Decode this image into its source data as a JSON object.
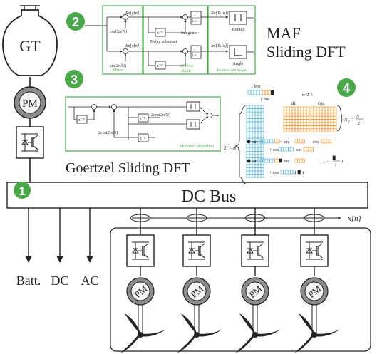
{
  "colors": {
    "green": "#4aa84a",
    "light_blue": "#4fb3d9",
    "orange": "#ef8a1a",
    "gray_fill": "#8c8c8c",
    "dark": "#222222"
  },
  "generator": {
    "label": "GT"
  },
  "motor_label": "PM",
  "dc_bus": {
    "label": "DC Bus"
  },
  "loads": {
    "batt": "Batt.",
    "dc": "DC",
    "ac": "AC"
  },
  "signal_label": "x[n]",
  "badges": {
    "b1": "1",
    "b2": "2",
    "b3": "3",
    "b4": "4"
  },
  "maf": {
    "title_line1": "MAF",
    "title_line2": "Sliding DFT",
    "re_y": "Re{y[n]}",
    "im_y": "Im{y[n]}",
    "cos": "cos(2π/N)",
    "sin": "sin(2π/N)",
    "zN": "z⁻ᴺ",
    "z1": "z⁻¹",
    "delay": "Delay substract",
    "integrator": "Integrator",
    "frac": "1-z",
    "re_x": "Re{Xₖ[n]}",
    "im_x": "Im{Xₖ[n]}",
    "modulo": "Modulo",
    "angle": "Angle",
    "mixer": "Mixer",
    "lp_filter": "LP Filter",
    "lp_maf": "(MAF)",
    "mod_angle": "Modulo and Angle"
  },
  "goertzel": {
    "title": "Goertzel Sliding DFT",
    "zN": "z⁻ᴺ",
    "z1": "z⁻¹",
    "c1": "-2cos(2π/N)",
    "c2": "2cos(2π/N)",
    "modulo_calc": "Modulo Calculation"
  },
  "bits": {
    "T_bits": "T bits",
    "r_bits": "r bits",
    "r_eq": "r=T-1",
    "sin": "sin",
    "cos": "cos",
    "Nr": "N",
    "half": "2",
    "two_T": "2",
    "eq_NT": "=N",
    "l1a": "sin",
    "l1b": "= sin",
    "l1c": "cos",
    "l1d": "+ cos",
    "l1e": "sin",
    "l2a": "sin",
    "l2b": "= sin",
    "l2c": "(1-",
    "l2d": ")",
    "l2e": "+ cos",
    "l2f": "(",
    "l2g": ")"
  }
}
